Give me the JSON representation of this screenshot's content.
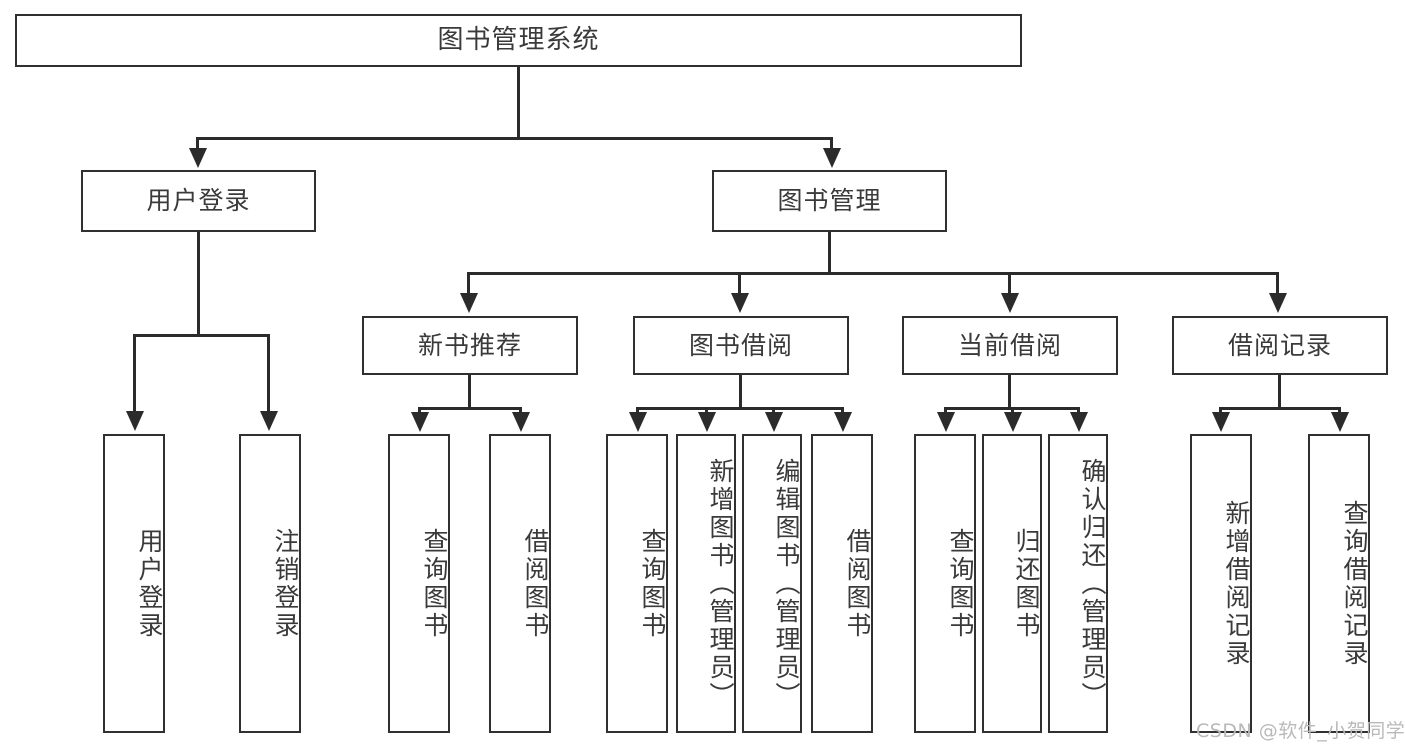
{
  "diagram": {
    "title": "图书管理系统",
    "type": "hierarchy-tree",
    "root": {
      "label": "图书管理系统"
    },
    "level2": [
      {
        "label": "用户登录"
      },
      {
        "label": "图书管理"
      }
    ],
    "level3": [
      {
        "label": "新书推荐"
      },
      {
        "label": "图书借阅"
      },
      {
        "label": "当前借阅"
      },
      {
        "label": "借阅记录"
      }
    ],
    "leaves": {
      "user_login": [
        {
          "label": "用户登录"
        },
        {
          "label": "注销登录"
        }
      ],
      "new_book_recommend": [
        {
          "label": "查询图书"
        },
        {
          "label": "借阅图书"
        }
      ],
      "book_borrow": [
        {
          "label": "查询图书"
        },
        {
          "label": "新增图书（管理员）"
        },
        {
          "label": "编辑图书（管理员）"
        },
        {
          "label": "借阅图书"
        }
      ],
      "current_borrow": [
        {
          "label": "查询图书"
        },
        {
          "label": "归还图书"
        },
        {
          "label": "确认归还（管理员）"
        }
      ],
      "borrow_record": [
        {
          "label": "新增借阅记录"
        },
        {
          "label": "查询借阅记录"
        }
      ]
    }
  },
  "watermark": {
    "text": "CSDN @软件_小贺同学"
  },
  "colors": {
    "box_border": "#303030",
    "line": "#2b2b2b",
    "text": "#3a3a3a",
    "watermark": "#b9b9b9",
    "background": "#ffffff"
  }
}
